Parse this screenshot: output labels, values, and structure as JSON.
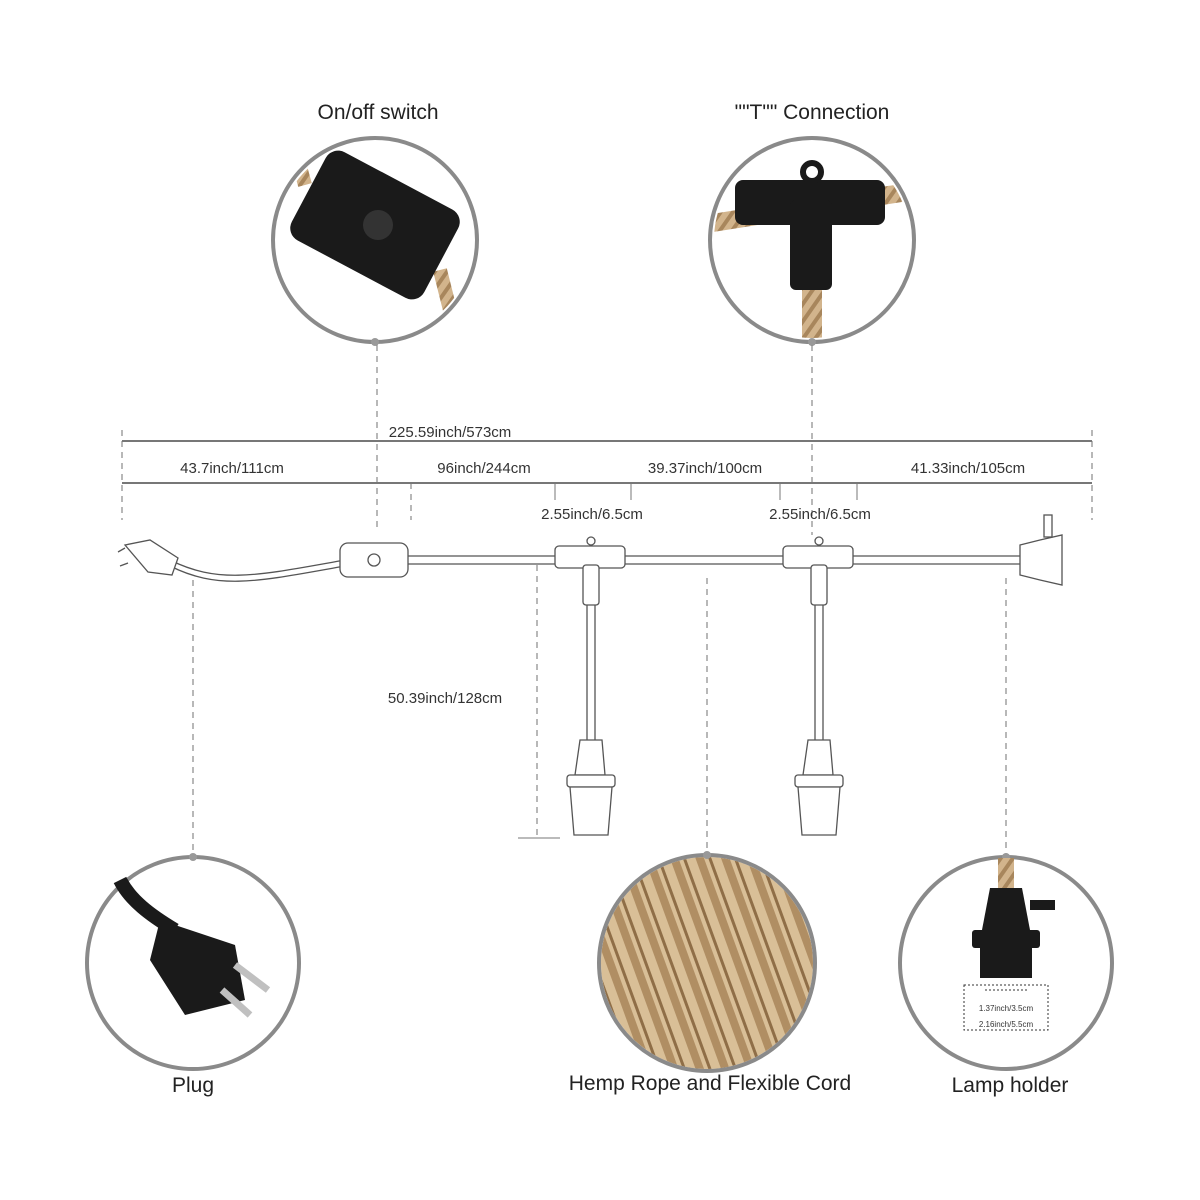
{
  "callouts": {
    "switch": "On/off switch",
    "t_connection": "\"\"T\"\" Connection",
    "plug": "Plug",
    "hemp": "Hemp Rope and Flexible Cord",
    "lamp_holder": "Lamp holder"
  },
  "dimensions": {
    "total": "225.59inch/573cm",
    "plug_to_switch": "43.7inch/111cm",
    "switch_to_t": "96inch/244cm",
    "t_to_t": "39.37inch/100cm",
    "t_to_end": "41.33inch/105cm",
    "t_width_1": "2.55inch/6.5cm",
    "t_width_2": "2.55inch/6.5cm",
    "drop_length": "50.39inch/128cm",
    "socket_inner": "1.37inch/3.5cm",
    "socket_outer": "2.16inch/5.5cm"
  },
  "colors": {
    "ring": "#8a8a8a",
    "rope": "#c9a77c",
    "plastic": "#1a1a1a",
    "line": "#777777"
  }
}
